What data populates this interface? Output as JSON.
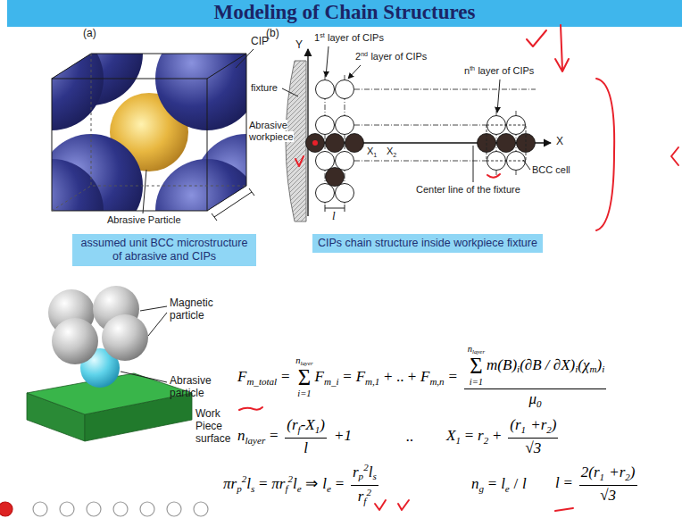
{
  "diagram": {
    "title": "Modeling of Chain Structures",
    "nodes": [
      {
        "text": [
          "assumed unit BCC microstructure of abrasive and CIPs"
        ]
      },
      {
        "text": [
          "CIPs chain structure inside workpiece fixture"
        ]
      }
    ],
    "labels": [
      "(a)",
      "(b)",
      "CIP",
      "Abrasive Particle",
      "1",
      "st",
      "layer of CIPs",
      "2",
      "nd",
      "layer of CIPs",
      "n",
      "th",
      "layer of CIPs",
      "Y",
      "fixture",
      "Abrasive workpiece",
      "X",
      "1",
      "X",
      "2",
      "X",
      "BCC cell",
      "l",
      "Center line of the fixture",
      "Magnetic particle",
      "Abrasive particle",
      "Work Piece surface",
      "F",
      "m_total",
      "=",
      "n",
      "layer",
      "Σ",
      "i=1",
      "F",
      "m_i",
      "=",
      "F",
      "m,1",
      "+ .. +",
      "F",
      "m,n",
      "=",
      "n",
      "layer",
      "Σ",
      "i=1",
      "m(B)",
      "i",
      "(∂B / ∂X)",
      "i",
      "(χ",
      "m",
      ")",
      "i",
      "μ",
      "0",
      "n",
      "layer",
      "=",
      "(r",
      "f",
      "-X",
      "1",
      ")",
      "l",
      "+1",
      "..",
      "X",
      "1",
      "=",
      "r",
      "2",
      "+",
      "(r",
      "1",
      "+r",
      "2",
      ")",
      "√3",
      "πr",
      "p",
      "2",
      "l",
      "s",
      "=",
      "πr",
      "f",
      "2",
      "l",
      "e",
      "⇒",
      "l",
      "e",
      "=",
      "r",
      "p",
      "2",
      "l",
      "s",
      "r",
      "f",
      "2",
      "n",
      "g",
      "=",
      "l",
      "e",
      "/",
      "l",
      "l",
      "=",
      "2(r",
      "1",
      "+r",
      "2",
      ")",
      "√3"
    ]
  }
}
